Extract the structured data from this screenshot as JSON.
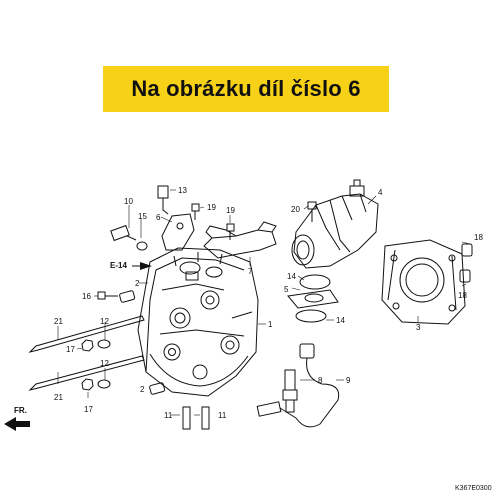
{
  "banner": {
    "text": "Na obrázku díl číslo 6"
  },
  "diagram": {
    "ref_e14": "E-14",
    "fr_label": "FR.",
    "catalog_code": "K367E0300",
    "callouts": {
      "n1": "1",
      "n2a": "2",
      "n2b": "2",
      "n3": "3",
      "n4": "4",
      "n5": "5",
      "n6": "6",
      "n7": "7",
      "n8": "8",
      "n9": "9",
      "n10": "10",
      "n11a": "11",
      "n11b": "11",
      "n12a": "12",
      "n12b": "12",
      "n13": "13",
      "n14a": "14",
      "n14b": "14",
      "n15": "15",
      "n16": "16",
      "n17a": "17",
      "n17b": "17",
      "n18a": "18",
      "n18b": "18",
      "n19a": "19",
      "n19b": "19",
      "n20": "20",
      "n21a": "21",
      "n21b": "21"
    }
  }
}
